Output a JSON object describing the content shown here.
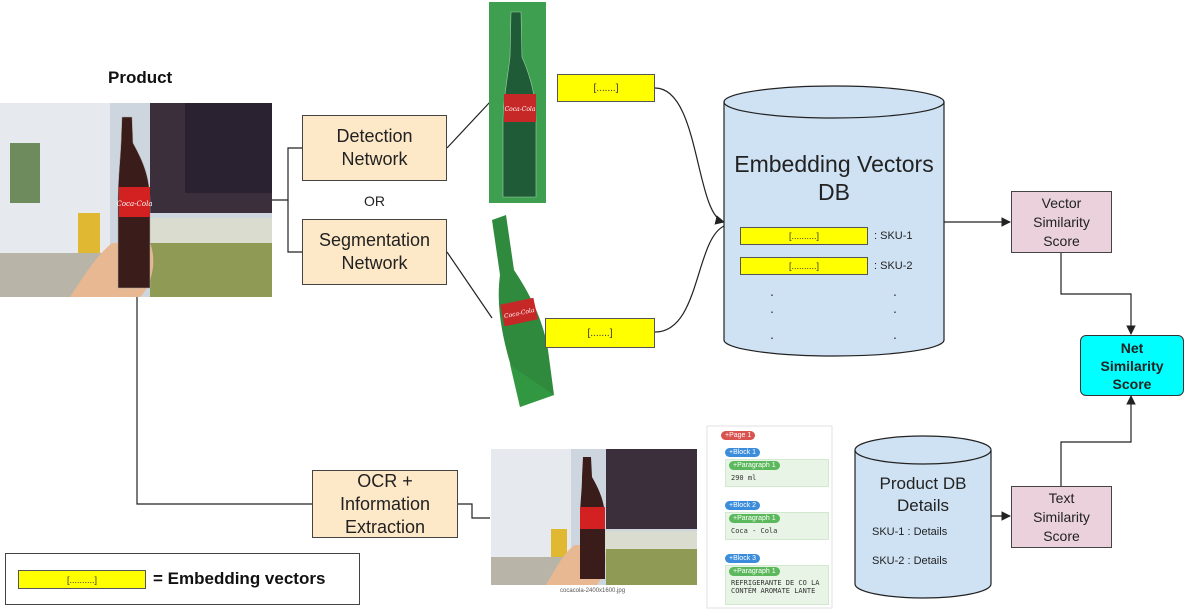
{
  "product": {
    "title": "Product"
  },
  "nodes": {
    "detection": "Detection Network",
    "or": "OR",
    "segmentation": "Segmentation Network",
    "ocr": "OCR + Information Extraction",
    "vector_db": "Embedding Vectors DB",
    "product_db_line1": "Product DB",
    "product_db_line2": "Details",
    "vector_score": "Vector Similarity Score",
    "text_score": "Text Similarity Score",
    "net_score": "Net Similarity Score"
  },
  "embedding": {
    "placeholder_short": "[.......]",
    "placeholder_long": "[..........]",
    "sku1": ": SKU-1",
    "sku2": ": SKU-2",
    "ellipsis_dot": "."
  },
  "product_db": {
    "sku1": "SKU-1 : Details",
    "sku2": "SKU-2 : Details"
  },
  "ocr_panel": {
    "page": "+Page 1",
    "blocks": [
      {
        "block": "+Block 1",
        "paragraph": "+Paragraph 1",
        "text": "290 ml"
      },
      {
        "block": "+Block 2",
        "paragraph": "+Paragraph 1",
        "text": "Coca - Cola"
      },
      {
        "block": "+Block 3",
        "paragraph": "+Paragraph 1",
        "text": "REFRIGERANTE DE CO LA CONTÉM AROMATE LANTE"
      }
    ],
    "image_caption": "cocacola-2400x1600.jpg"
  },
  "legend": {
    "bar": "[..........]",
    "label": "= Embedding vectors"
  },
  "colors": {
    "embedding_yellow": "#ffff00",
    "process_peach": "#fde8c8",
    "score_pink": "#ead1dc",
    "net_cyan": "#00ffff",
    "db_blue": "#cfe2f3"
  }
}
